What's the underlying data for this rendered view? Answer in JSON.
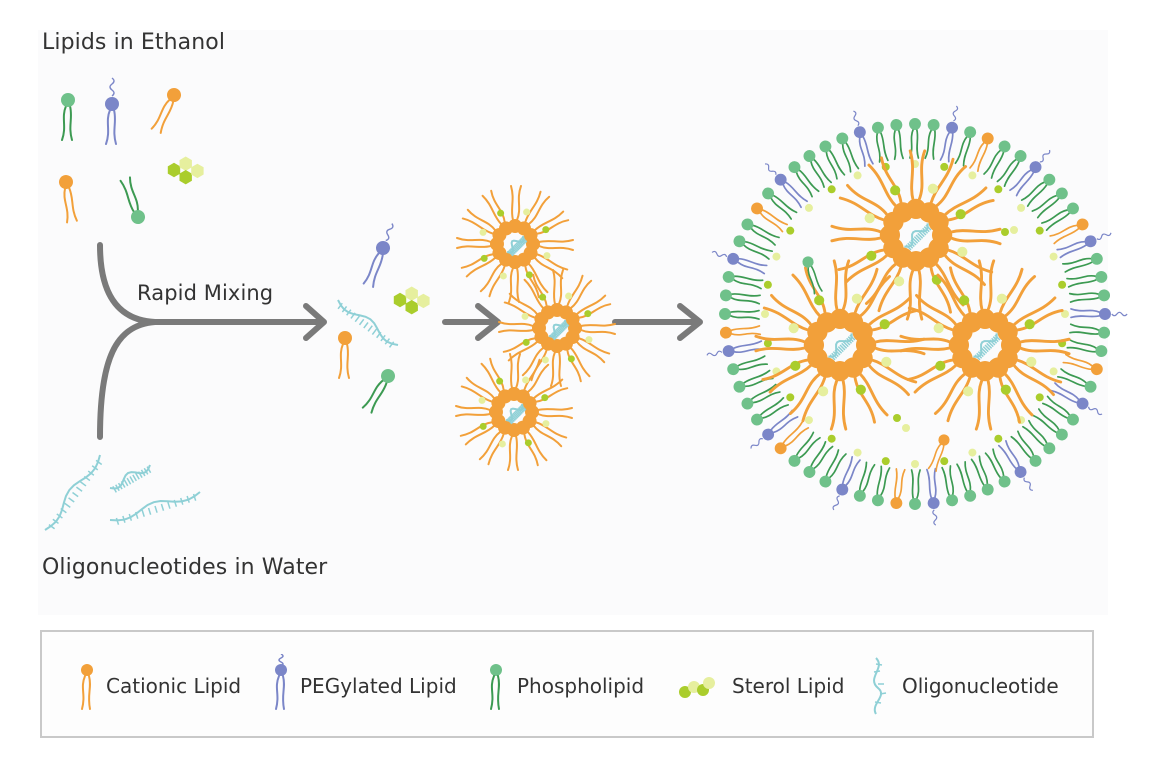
{
  "titles": {
    "ethanol": "Lipids in Ethanol",
    "water": "Oligonucleotides in Water",
    "mixing": "Rapid Mixing"
  },
  "legend": {
    "cationic": "Cationic Lipid",
    "pegylated": "PEGylated Lipid",
    "phospholipid": "Phospholipid",
    "sterol": "Sterol Lipid",
    "oligo": "Oligonucleotide"
  },
  "colors": {
    "cationic": "#f2a03a",
    "pegylated": "#7b86c8",
    "phospholipid": "#6fc18a",
    "phospholipid_tail": "#3c9a52",
    "sterol": "#aacd2c",
    "sterol_light": "#e6ef9e",
    "oligo": "#8fd0d6",
    "arrow": "#7a7a7a"
  },
  "icons": [
    "cationic-lipid-icon",
    "pegylated-lipid-icon",
    "phospholipid-icon",
    "sterol-lipid-icon",
    "oligonucleotide-icon",
    "arrow-icon"
  ]
}
